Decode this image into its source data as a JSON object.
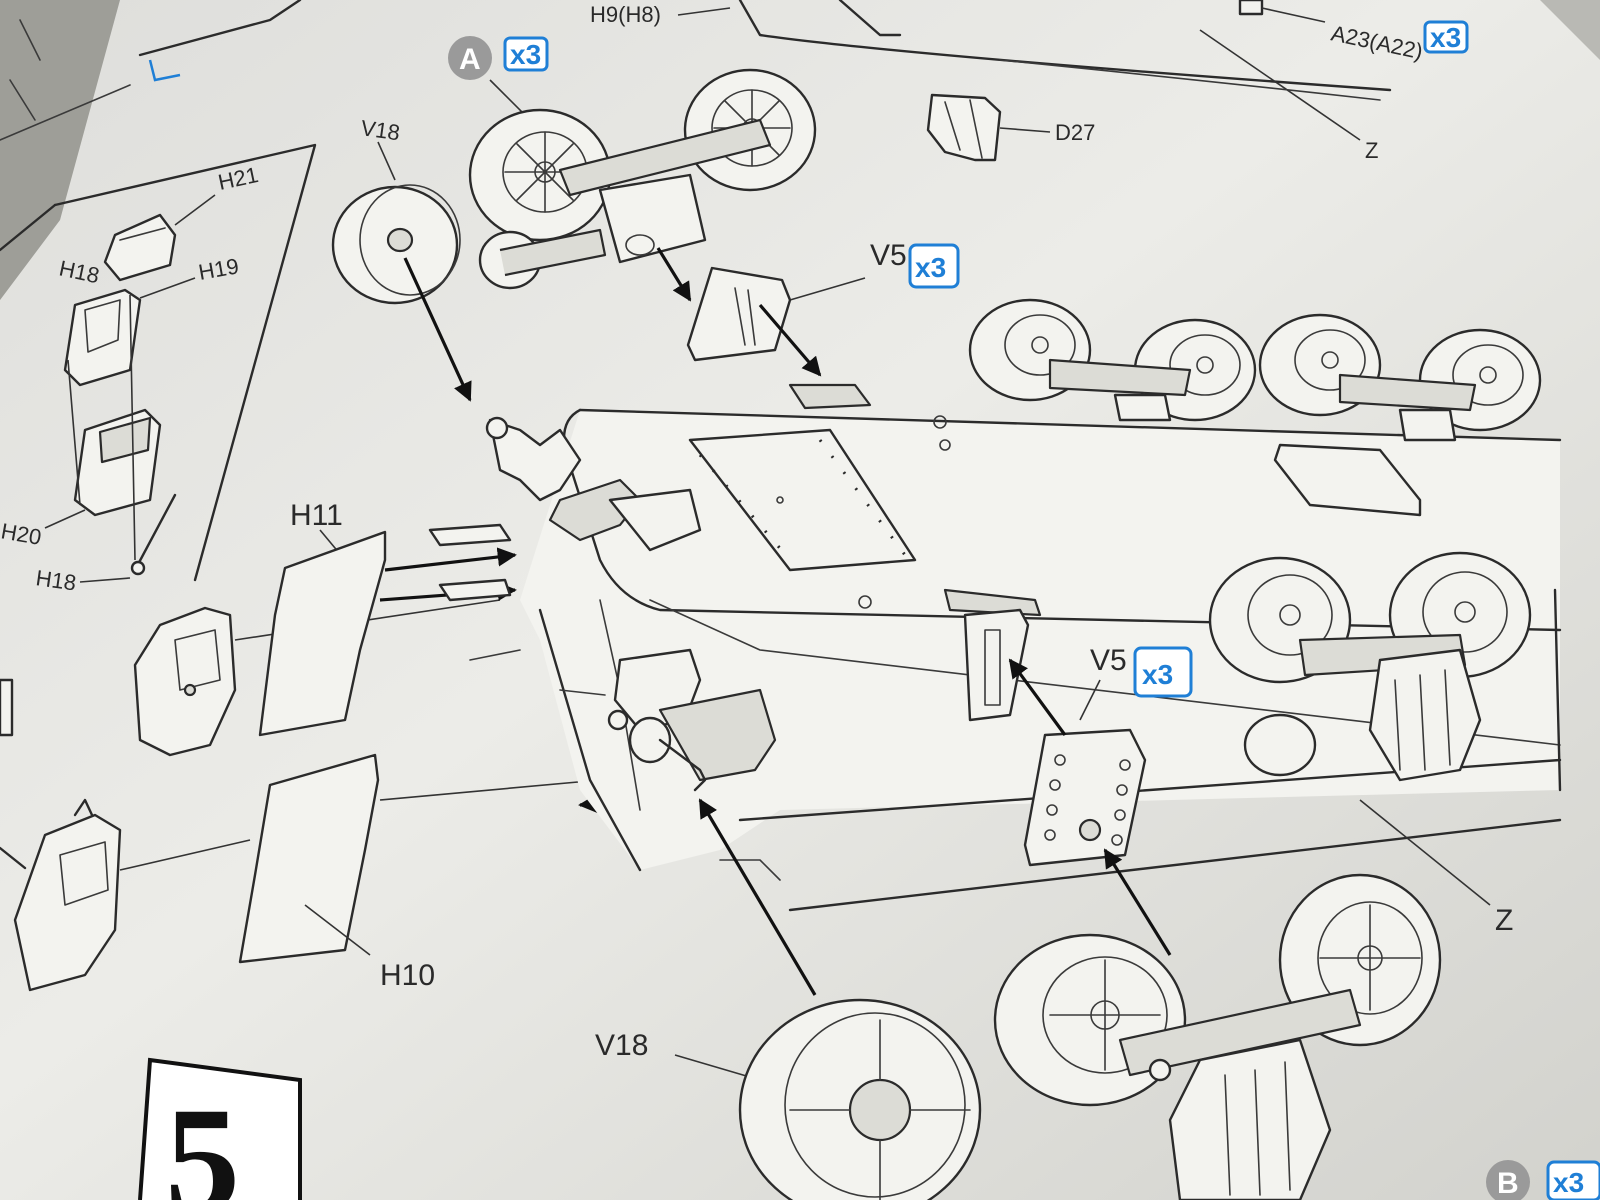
{
  "step": {
    "number": "5"
  },
  "subassemblies": {
    "a": "A",
    "b": "B"
  },
  "quantity": {
    "x3": "x3"
  },
  "labels": {
    "h9h8": "H9(H8)",
    "d27": "D27",
    "a23a22": "A23(A22)",
    "z_top": "Z",
    "z_right": "Z",
    "v18_top": "V18",
    "v18_bottom": "V18",
    "v5_top": "V5",
    "v5_mid": "V5",
    "h21": "H21",
    "h18_top": "H18",
    "h19": "H19",
    "h20": "H20",
    "h18_bottom": "H18",
    "h11": "H11",
    "h10": "H10"
  },
  "colors": {
    "quantity_blue": "#1f7fd6",
    "subassembly_grey": "#9a9a9a",
    "ink": "#2b2b2b",
    "paper": "#f3f3ef"
  }
}
